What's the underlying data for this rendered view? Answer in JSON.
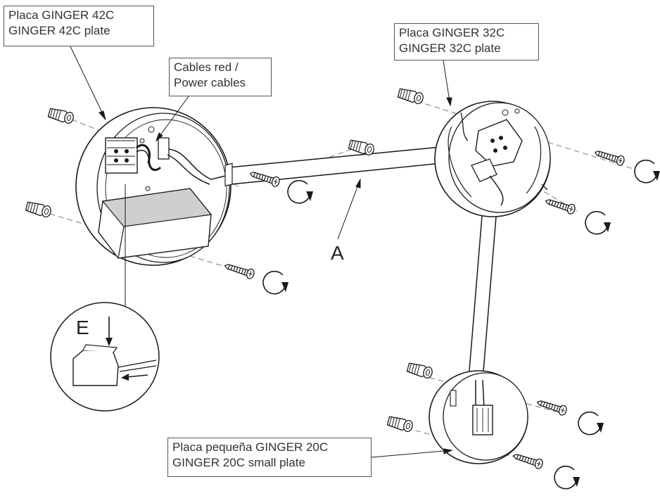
{
  "labels": {
    "plate_42": {
      "line1": "Placa GINGER 42C",
      "line2": "GINGER 42C plate"
    },
    "cables": {
      "line1": "Cables red /",
      "line2": "Power cables"
    },
    "plate_32": {
      "line1": "Placa GINGER 32C",
      "line2": "GINGER 32C plate"
    },
    "plate_20": {
      "line1": "Placa pequeña GINGER 20C",
      "line2": "GINGER 20C small plate"
    }
  },
  "letters": {
    "tube": "A",
    "detail": "E"
  },
  "colors": {
    "stroke": "#1a1a1a",
    "fill": "#ffffff",
    "shade": "#cfcfcf",
    "dash": "#777777"
  }
}
